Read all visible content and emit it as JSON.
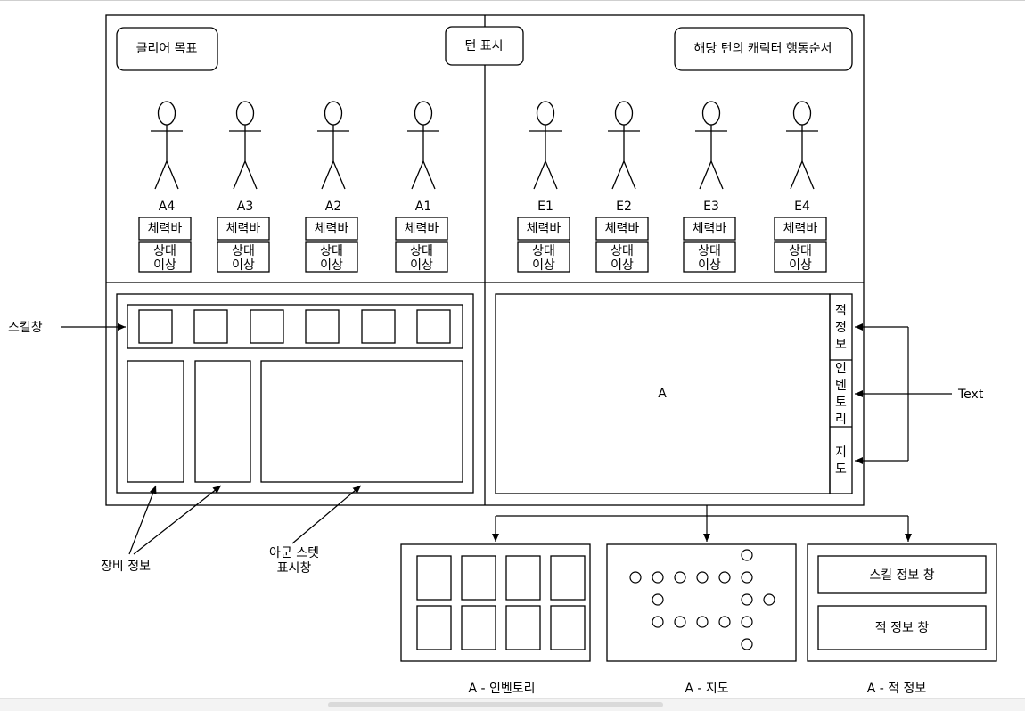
{
  "header": {
    "clear_goal": "클리어 목표",
    "turn_display": "턴 표시",
    "turn_order": "해당 턴의 캐릭터 행동순서"
  },
  "allies": [
    {
      "name": "A4",
      "hp": "체력바",
      "status_line1": "상태",
      "status_line2": "이상"
    },
    {
      "name": "A3",
      "hp": "체력바",
      "status_line1": "상태",
      "status_line2": "이상"
    },
    {
      "name": "A2",
      "hp": "체력바",
      "status_line1": "상태",
      "status_line2": "이상"
    },
    {
      "name": "A1",
      "hp": "체력바",
      "status_line1": "상태",
      "status_line2": "이상"
    }
  ],
  "enemies": [
    {
      "name": "E1",
      "hp": "체력바",
      "status_line1": "상태",
      "status_line2": "이상"
    },
    {
      "name": "E2",
      "hp": "체력바",
      "status_line1": "상태",
      "status_line2": "이상"
    },
    {
      "name": "E3",
      "hp": "체력바",
      "status_line1": "상태",
      "status_line2": "이상"
    },
    {
      "name": "E4",
      "hp": "체력바",
      "status_line1": "상태",
      "status_line2": "이상"
    }
  ],
  "left_panel": {
    "skill_window_label": "스킬창",
    "equipment_label": "장비 정보",
    "ally_stat_line1": "아군 스텟",
    "ally_stat_line2": "표시창"
  },
  "right_panel": {
    "main_label": "A",
    "text_label": "Text",
    "tabs": [
      {
        "id": "enemy-info",
        "chars": [
          "적",
          "정",
          "보"
        ]
      },
      {
        "id": "inventory",
        "chars": [
          "인",
          "벤",
          "토",
          "리"
        ]
      },
      {
        "id": "map",
        "chars": [
          "지",
          "도"
        ]
      }
    ]
  },
  "detail_panels": {
    "inventory_caption": "A - 인벤토리",
    "map_caption": "A - 지도",
    "enemy_caption": "A - 적 정보",
    "skill_info_window": "스킬 정보 창",
    "enemy_info_window": "적 정보 창"
  }
}
